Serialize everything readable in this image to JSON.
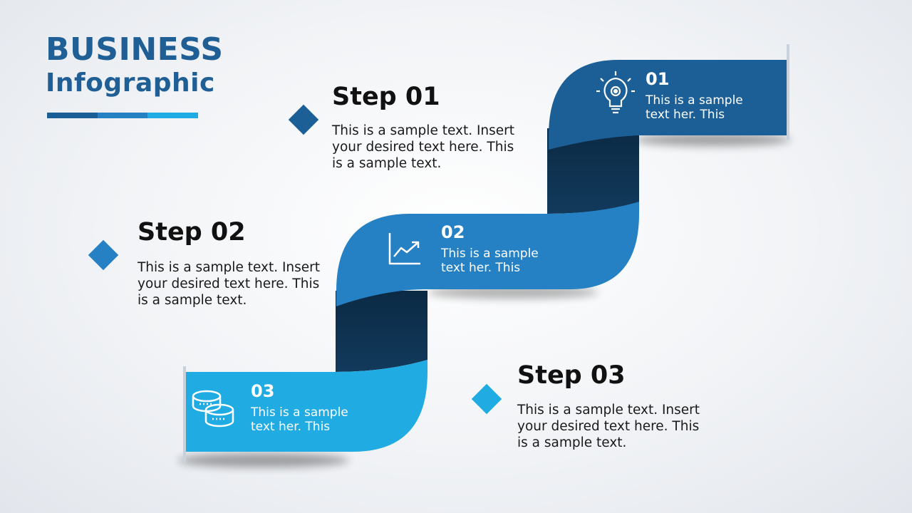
{
  "title": {
    "line1": "BUSINESS",
    "line2": "Infographic"
  },
  "colors": {
    "title": "#1f5f96",
    "dark_blue": "#1c5f96",
    "mid_blue": "#2581c4",
    "light_blue": "#20abe2",
    "fold": "#0e2f4a",
    "text": "#111111"
  },
  "title_bar": [
    "#1c5f96",
    "#2581c4",
    "#20abe2"
  ],
  "steps": [
    {
      "heading": "Step 01",
      "text": "This is a sample text. Insert your desired text here. This is a sample text.",
      "band_number": "01",
      "band_text": "This is a sample text her. This",
      "icon": "lightbulb-gear-icon",
      "color": "#1c5f96"
    },
    {
      "heading": "Step 02",
      "text": "This is a sample text. Insert your desired text here. This is a sample text.",
      "band_number": "02",
      "band_text": "This is a sample text her. This",
      "icon": "line-chart-icon",
      "color": "#2581c4"
    },
    {
      "heading": "Step 03",
      "text": "This is a sample text. Insert your desired text here. This is a sample text.",
      "band_number": "03",
      "band_text": "This is a sample text her. This",
      "icon": "coins-icon",
      "color": "#20abe2"
    }
  ]
}
